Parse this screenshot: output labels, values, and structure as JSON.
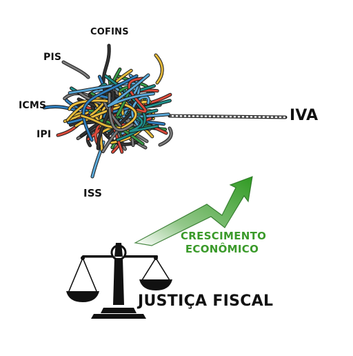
{
  "diagram": {
    "taxes": [
      "COFINS",
      "PIS",
      "ICMS",
      "IPI",
      "ISS"
    ],
    "result": "IVA",
    "growth_line1": "CRESCIMENTO",
    "growth_line2": "ECONÔMICO",
    "justice": "JUSTIÇA FISCAL"
  },
  "colors": {
    "strands": [
      "#3a9a48",
      "#2f7fbf",
      "#d94a3a",
      "#e3b83a",
      "#7a7a7a",
      "#1f8f8a",
      "#5aa8d8",
      "#f0c040",
      "#333333"
    ],
    "growth": "#3a9a2a",
    "text": "#111111"
  }
}
